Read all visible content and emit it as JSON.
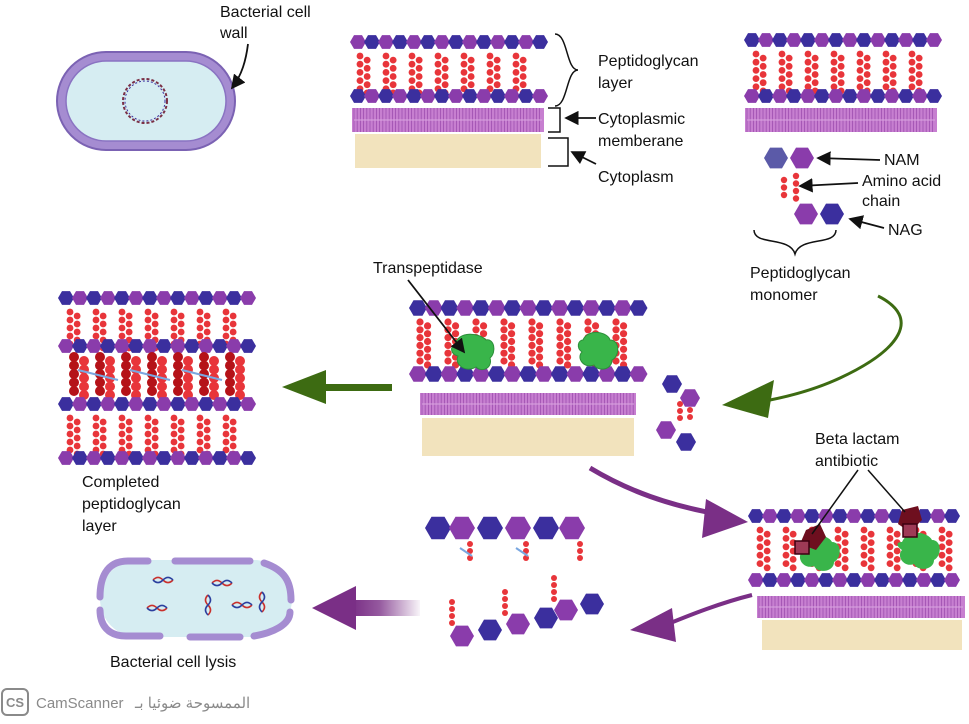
{
  "labels": {
    "bacterial_cell_wall": [
      "Bacterial cell",
      "wall"
    ],
    "peptidoglycan_layer": [
      "Peptidoglycan",
      "layer"
    ],
    "cytoplasmic_membrane": [
      "Cytoplasmic",
      "memberane"
    ],
    "cytoplasm": "Cytoplasm",
    "nam": "NAM",
    "amino_acid_chain": [
      "Amino acid",
      "chain"
    ],
    "nag": "NAG",
    "peptidoglycan_monomer": [
      "Peptidoglycan",
      "monomer"
    ],
    "transpeptidase": "Transpeptidase",
    "completed_layer": [
      "Completed",
      "peptidoglycan",
      "layer"
    ],
    "beta_lactam": [
      "Beta lactam",
      "antibiotic"
    ],
    "cell_lysis": "Bacterial cell lysis"
  },
  "watermark": {
    "logo": "CS",
    "text": "CamScanner",
    "arabic": "الممسوحة ضوئيا بـ"
  },
  "colors": {
    "nag_blue": "#3b2f9e",
    "nam_purple": "#8a3cab",
    "amino_red": "#e8353a",
    "crosslink_red": "#b51218",
    "membrane": "#c77fd0",
    "cytoplasm": "#f2e3bd",
    "enzyme_green": "#39b54a",
    "antibiotic": "#6e0f1f",
    "arrow_green": "#3d6b12",
    "arrow_purple": "#7a2f86",
    "cell_wall": "#a58cd1",
    "cell_interior": "#d6edf2"
  }
}
